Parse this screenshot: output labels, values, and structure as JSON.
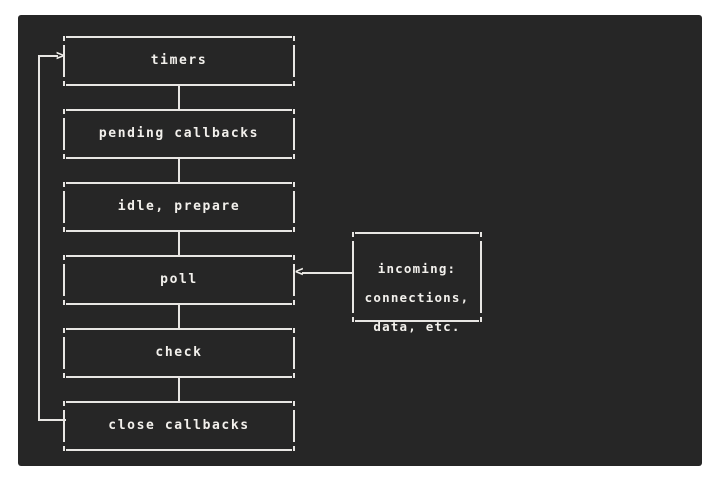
{
  "diagram": {
    "title": "node-js-event-loop-phases",
    "background_color": "#262626",
    "page_color": "#ffffff",
    "line_color": "#e8e6e3",
    "text_color": "#f2f0ec",
    "phases": [
      {
        "id": "timers",
        "label": "timers"
      },
      {
        "id": "pending-callbacks",
        "label": "pending callbacks"
      },
      {
        "id": "idle-prepare",
        "label": "idle, prepare"
      },
      {
        "id": "poll",
        "label": "poll"
      },
      {
        "id": "check",
        "label": "check"
      },
      {
        "id": "close-callbacks",
        "label": "close callbacks"
      }
    ],
    "side_box": {
      "id": "incoming",
      "lines": [
        "incoming:",
        "connections,",
        "data, etc."
      ]
    },
    "glyphs": {
      "arrow_into_timers": ">",
      "arrow_into_poll": "<"
    }
  }
}
